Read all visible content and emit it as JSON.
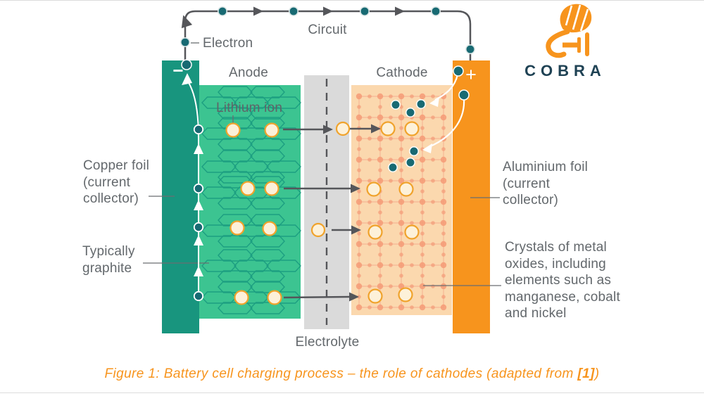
{
  "logo": {
    "text": "COBRA",
    "icon": "cobra-snake-plug-icon",
    "icon_color": "#F7941D",
    "text_color": "#1F4254"
  },
  "diagram": {
    "labels": {
      "circuit": "Circuit",
      "electron": "Electron",
      "anode": "Anode",
      "cathode": "Cathode",
      "lithium_ion": "Lithium ion",
      "electrolyte": "Electrolyte",
      "copper_foil": "Copper foil\n(current\ncollector)",
      "typically_graphite": "Typically\ngraphite",
      "aluminium_foil": "Aluminium foil\n(current\ncollector)",
      "crystals": "Crystals of metal\noxides, including\nelements such as\nmanganese, cobalt\nand nickel"
    },
    "terminals": {
      "copper_polarity": "−",
      "aluminium_polarity": "+"
    },
    "colors": {
      "copper_foil": "#18957E",
      "anode_green": "#3CC491",
      "graphite_hex_stroke": "#1A9B80",
      "electrolyte_gray": "#DADADA",
      "cathode_light": "#FBD8AE",
      "lattice_salmon": "#F49B77",
      "aluminium_orange": "#F7941D",
      "ion_fill": "#FDF1D9",
      "ion_stroke": "#F0A32C",
      "electron_teal": "#186A73",
      "wire_gray": "#55565A",
      "label_gray": "#63686C",
      "caption_orange": "#F7941D"
    }
  },
  "caption": {
    "prefix": "Figure 1: Battery cell charging process – the role of cathodes (adapted from ",
    "reference": "[1]",
    "suffix": ")"
  }
}
